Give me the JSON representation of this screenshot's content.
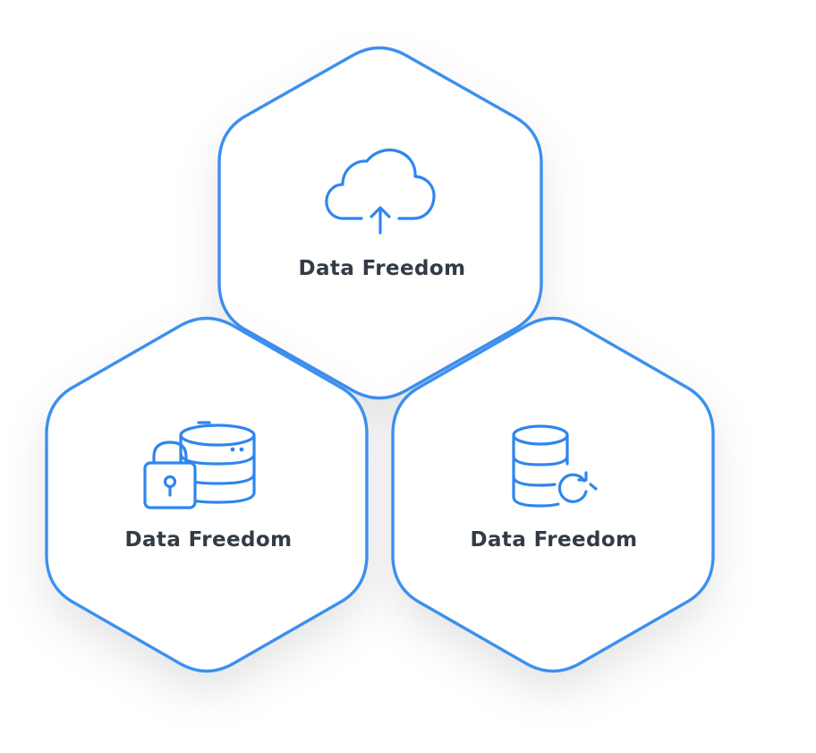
{
  "colors": {
    "accent": "#3d8ff0",
    "icon": "#2f86ee",
    "label": "#333b45",
    "background": "#ffffff"
  },
  "cards": [
    {
      "label": "Data Freedom",
      "icon": "cloud-upload-icon"
    },
    {
      "label": "Data Freedom",
      "icon": "database-lock-icon"
    },
    {
      "label": "Data Freedom",
      "icon": "database-sync-icon"
    }
  ]
}
